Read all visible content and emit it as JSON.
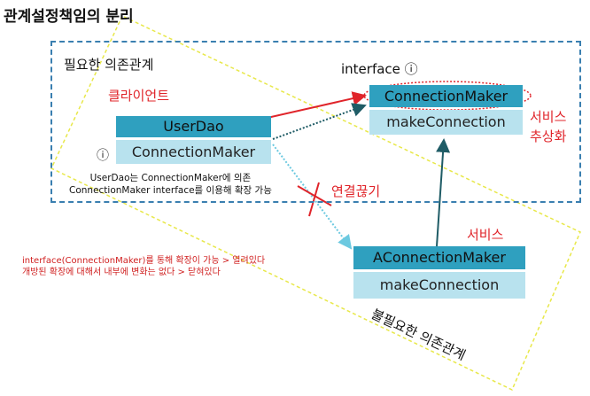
{
  "title": "관계설정책임의 분리",
  "deps_label": "필요한 의존관계",
  "unneeded_label": "불필요한 의존관계",
  "client_label": "클라이언트",
  "interface_label": "interface ⓘ",
  "service_abstraction_label": [
    "서비스",
    "추상화"
  ],
  "service_label": "서비스",
  "cut_label": "연결끊기",
  "info_icon_text": "ⓘ",
  "userdao": {
    "name": "UserDao",
    "field": "ConnectionMaker"
  },
  "connection_maker": {
    "name": "ConnectionMaker",
    "method": "makeConnection"
  },
  "a_connection_maker": {
    "name": "AConnectionMaker",
    "method": "makeConnection"
  },
  "note_userdao": [
    "UserDao는  ConnectionMaker에 의존",
    "ConnectionMaker interface를 이용해 확장 가능"
  ],
  "note_ocp": [
    "interface(ConnectionMaker)를 통해 확장이 가능    > 열려있다",
    "개방된 확장에 대해서 내부에 변화는 없다 > 닫혀있다"
  ],
  "colors": {
    "class_header": "#2fa0bf",
    "class_body": "#b8e2ee",
    "red": "#e0242a",
    "dark_teal": "#1f5c66",
    "yellow_dash": "#e8e84a",
    "blue_dash": "#3a7fb0"
  },
  "icons": [
    "info-icon",
    "cross-mark-icon"
  ]
}
